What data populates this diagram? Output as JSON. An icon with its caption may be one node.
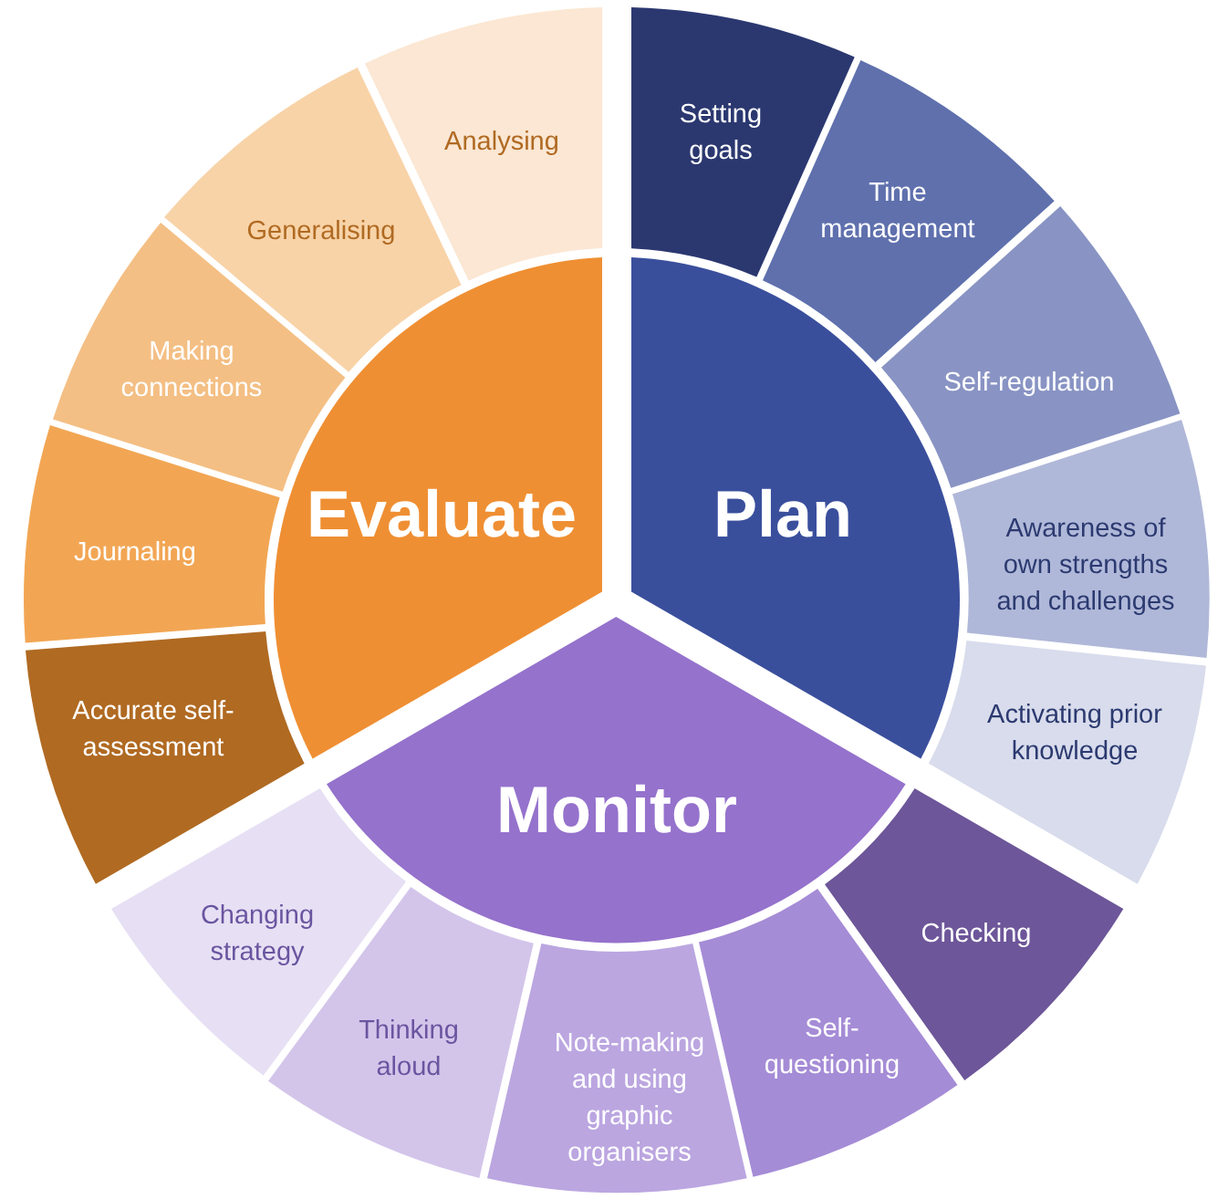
{
  "diagram": {
    "nodes": [
      {
        "text": [
          "Plan"
        ]
      },
      {
        "text": [
          "Setting goals"
        ]
      },
      {
        "text": [
          "Time management"
        ]
      },
      {
        "text": [
          "Self-regulation"
        ]
      },
      {
        "text": [
          "Awareness of own strengths and challenges"
        ]
      },
      {
        "text": [
          "Activating prior knowledge"
        ]
      },
      {
        "text": [
          "Monitor"
        ]
      },
      {
        "text": [
          "Checking"
        ]
      },
      {
        "text": [
          "Self-questioning"
        ]
      },
      {
        "text": [
          "Note-making and using graphic organisers"
        ]
      },
      {
        "text": [
          "Thinking aloud"
        ]
      },
      {
        "text": [
          "Changing strategy"
        ]
      },
      {
        "text": [
          "Evaluate"
        ]
      },
      {
        "text": [
          "Accurate self-assessment"
        ]
      },
      {
        "text": [
          "Journaling"
        ]
      },
      {
        "text": [
          "Making connections"
        ]
      },
      {
        "text": [
          "Generalising"
        ]
      },
      {
        "text": [
          "Analysing"
        ]
      }
    ]
  }
}
